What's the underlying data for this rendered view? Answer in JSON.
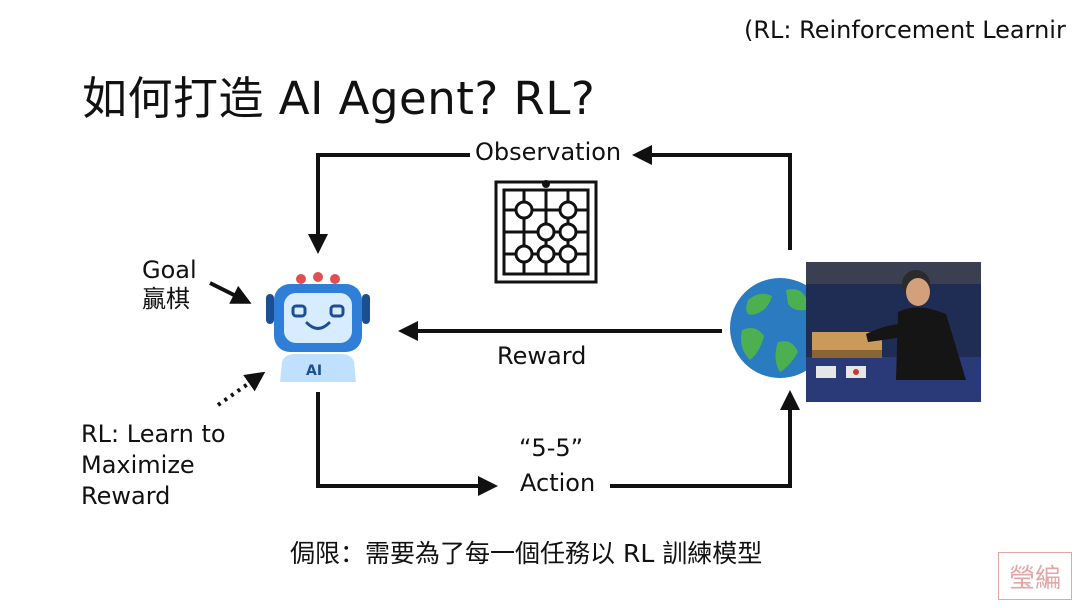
{
  "title": "如何打造 AI Agent? RL?",
  "top_note": "(RL: Reinforcement Learnir",
  "labels": {
    "goal": "Goal",
    "goal_task": "贏棋",
    "observation": "Observation",
    "reward": "Reward",
    "action_quote": "“5-5”",
    "action": "Action",
    "robot_badge": "AI",
    "rl_note_line1": "RL: Learn to",
    "rl_note_line2": "Maximize",
    "rl_note_line3": "Reward"
  },
  "limitation": "侷限：需要為了每一個任務以 RL 訓練模型",
  "watermark": "瑩編",
  "colors": {
    "robot_blue": "#2f7fd8",
    "robot_light": "#bfe0ff",
    "earth_blue": "#2b7bc0",
    "earth_green": "#4caf50",
    "line": "#111111"
  }
}
